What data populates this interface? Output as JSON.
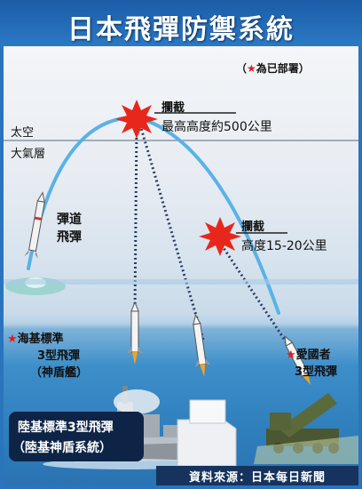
{
  "title": "日本飛彈防禦系統",
  "legend": {
    "star_icon": "★",
    "text": "為已部署"
  },
  "layers": {
    "space": "太空",
    "atmosphere": "大氣層"
  },
  "intercept_high": {
    "label": "攔截",
    "detail": "最高高度約500公里"
  },
  "intercept_low": {
    "label": "攔截",
    "detail": "高度15-20公里"
  },
  "ballistic_missile": {
    "line1": "彈道",
    "line2": "飛彈"
  },
  "sm3_sea": {
    "star": "★",
    "line1": "海基標準",
    "line2": "3型飛彈",
    "line3": "（神盾艦）"
  },
  "pac3": {
    "star": "★",
    "line1": "愛國者",
    "line2": "3型飛彈"
  },
  "sm3_land": {
    "line1": "陸基標準3型飛彈",
    "line2": "（陸基神盾系統）"
  },
  "source": "資料來源：日本每日新聞",
  "colors": {
    "header": "#2467b3",
    "trajectory": "#5ab2e6",
    "burst": "#e8271c",
    "star": "#e21b1b",
    "caption_box": "#0e2447"
  }
}
